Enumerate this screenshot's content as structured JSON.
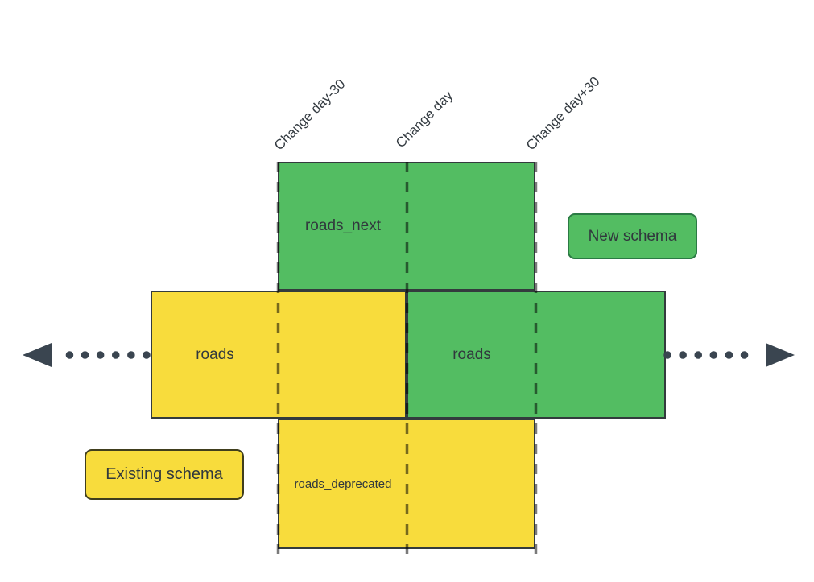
{
  "timeline": {
    "labels": [
      "Change day-30",
      "Change day",
      "Change day+30"
    ]
  },
  "boxes": {
    "roads_next": {
      "label": "roads_next",
      "schema": "new"
    },
    "roads_existing": {
      "label": "roads",
      "schema": "existing"
    },
    "roads_new": {
      "label": "roads",
      "schema": "new"
    },
    "roads_deprecated": {
      "label": "roads_deprecated",
      "schema": "existing"
    }
  },
  "legend": {
    "new_schema": {
      "label": "New schema",
      "color": "#53bd62"
    },
    "existing_schema": {
      "label": "Existing schema",
      "color": "#f8dc3c"
    }
  },
  "colors": {
    "new_schema_fill": "#53bd62",
    "existing_schema_fill": "#f8dc3c",
    "box_border": "#333b3d",
    "arrow": "#3a4550",
    "text": "#333a40",
    "dashed_line": "rgba(0,0,0,0.52)"
  }
}
